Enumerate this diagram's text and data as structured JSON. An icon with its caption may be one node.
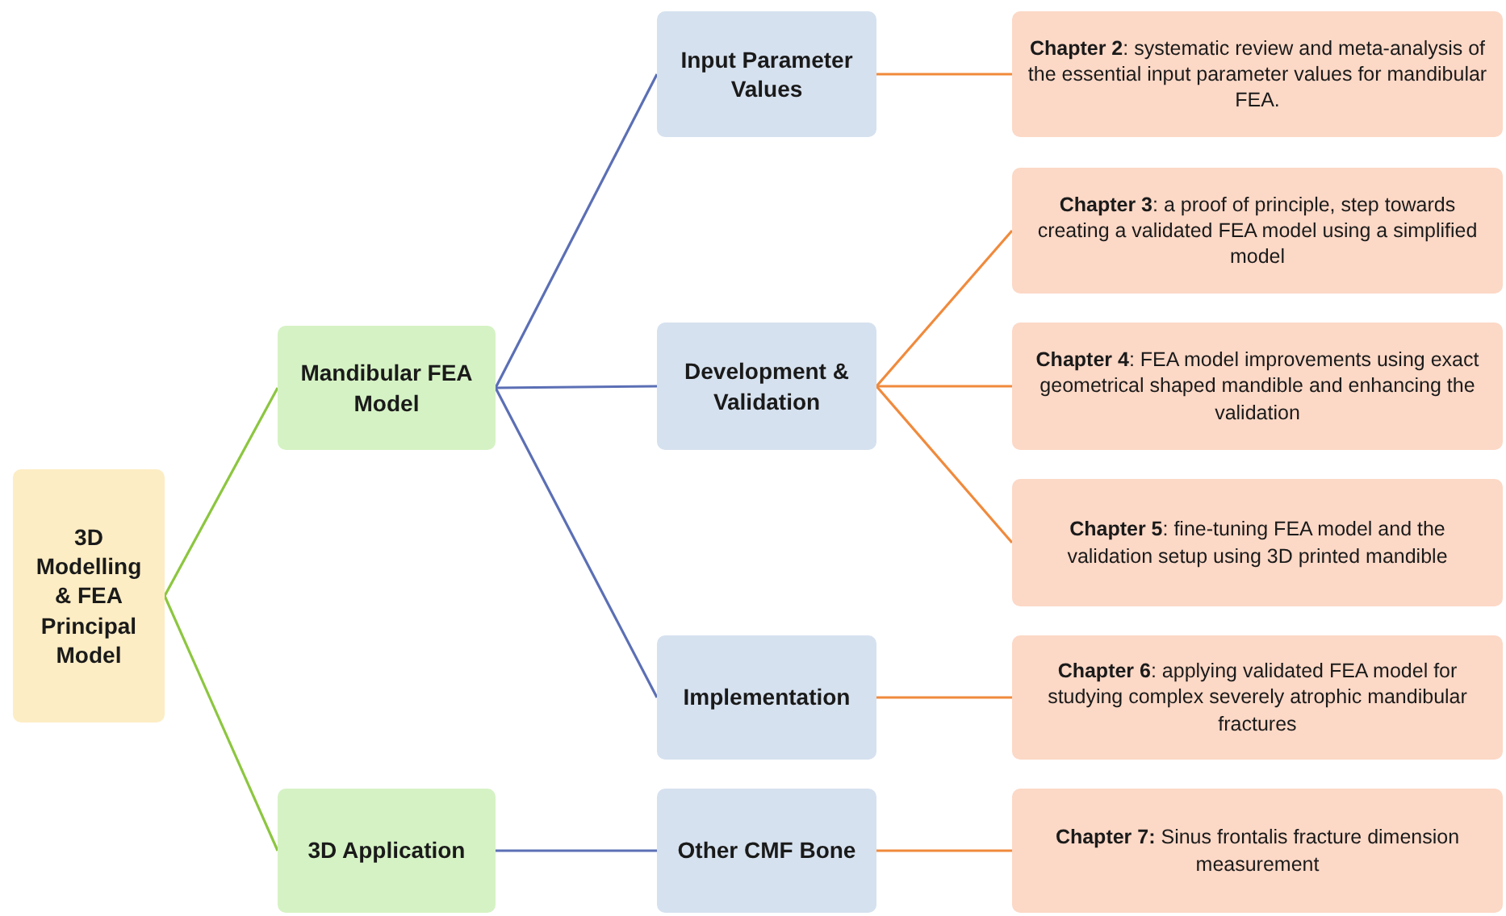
{
  "diagram": {
    "nodes": [
      {
        "text": [
          "3D Modelling & FEA Principal Model"
        ]
      },
      {
        "text": [
          "Mandibular FEA Model"
        ]
      },
      {
        "text": [
          "3D Application"
        ]
      },
      {
        "text": [
          "Input Parameter Values"
        ]
      },
      {
        "text": [
          "Development & Validation"
        ]
      },
      {
        "text": [
          "Implementation"
        ]
      },
      {
        "text": [
          "Other CMF Bone"
        ]
      },
      {
        "text": [
          "**Chapter 2**: systematic review and meta-analysis of the essential input parameter values for mandibular FEA."
        ]
      },
      {
        "text": [
          "**Chapter 3**: a proof of principle, step towards creating a validated FEA model using a simplified model"
        ]
      },
      {
        "text": [
          "**Chapter 4**: FEA model improvements using exact geometrical shaped mandible and enhancing the validation"
        ]
      },
      {
        "text": [
          "**Chapter 5**: fine-tuning FEA model and the validation setup using 3D printed mandible"
        ]
      },
      {
        "text": [
          "**Chapter 6**: applying validated FEA model for studying complex severely atrophic mandibular fractures"
        ]
      },
      {
        "text": [
          "**Chapter 7:** Sinus frontalis fracture dimension measurement"
        ]
      }
    ],
    "edges": [
      {
        "from": 0,
        "to": 1,
        "arrow": "none",
        "color": "#8cc63f"
      },
      {
        "from": 0,
        "to": 2,
        "arrow": "none",
        "color": "#8cc63f"
      },
      {
        "from": 1,
        "to": 3,
        "arrow": "none",
        "color": "#5b6fb5"
      },
      {
        "from": 1,
        "to": 4,
        "arrow": "none",
        "color": "#5b6fb5"
      },
      {
        "from": 1,
        "to": 5,
        "arrow": "none",
        "color": "#5b6fb5"
      },
      {
        "from": 2,
        "to": 6,
        "arrow": "none",
        "color": "#5b6fb5"
      },
      {
        "from": 3,
        "to": 7,
        "arrow": "none"
      },
      {
        "from": 4,
        "to": 8,
        "arrow": "none"
      },
      {
        "from": 4,
        "to": 9,
        "arrow": "none"
      },
      {
        "from": 4,
        "to": 10,
        "arrow": "none"
      },
      {
        "from": 5,
        "to": 11,
        "arrow": "none"
      },
      {
        "from": 6,
        "to": 12,
        "arrow": "none"
      }
    ]
  }
}
